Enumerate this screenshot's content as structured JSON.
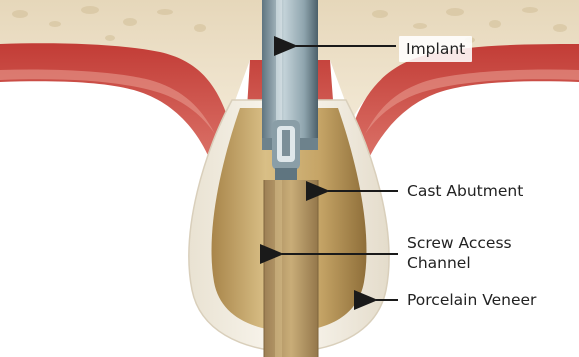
{
  "diagram": {
    "labels": {
      "implant": "Implant",
      "cast_abutment": "Cast Abutment",
      "screw_access_line1": "Screw Access",
      "screw_access_line2": "Channel",
      "porcelain_veneer": "Porcelain Veneer"
    },
    "colors": {
      "bone": "#efe3cc",
      "gum": "#c9463e",
      "gum_light": "#e89a8c",
      "abutment": "#c7a86b",
      "veneer": "#f3ede0",
      "metal": "#8fa2ab",
      "channel": "#b79c6a",
      "arrow": "#1a1a1a"
    }
  }
}
